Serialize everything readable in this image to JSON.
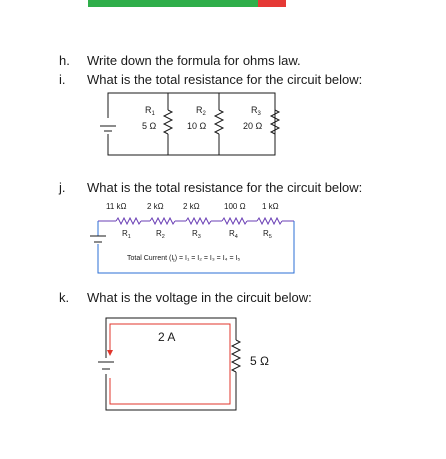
{
  "colors": {
    "bar_green": "#2fae4a",
    "bar_red": "#e53935",
    "frame_blue": "#2b6fd6",
    "frame_red": "#e0352b"
  },
  "questions": {
    "h": {
      "letter": "h.",
      "text": "Write down the formula for ohms law."
    },
    "i": {
      "letter": "i.",
      "text": "What is the total resistance for the circuit below:"
    },
    "j": {
      "letter": "j.",
      "text": "What is the total resistance for the circuit below:"
    },
    "k": {
      "letter": "k.",
      "text": "What is the voltage in the circuit below:"
    }
  },
  "circuit_i": {
    "resistors": [
      {
        "name": "R",
        "sub": "1",
        "value": "5 Ω"
      },
      {
        "name": "R",
        "sub": "2",
        "value": "10 Ω"
      },
      {
        "name": "R",
        "sub": "3",
        "value": "20 Ω"
      }
    ]
  },
  "circuit_j": {
    "resistors": [
      {
        "value": "11 kΩ",
        "name": "R",
        "sub": "1"
      },
      {
        "value": "2 kΩ",
        "name": "R",
        "sub": "2"
      },
      {
        "value": "2 kΩ",
        "name": "R",
        "sub": "3"
      },
      {
        "value": "100 Ω",
        "name": "R",
        "sub": "4"
      },
      {
        "value": "1 kΩ",
        "name": "R",
        "sub": "5"
      }
    ],
    "current_label": "Total Current (I",
    "current_sub": "t",
    "current_tail": ") = I₁ = I₂ = I₃ = I₄ = I₅"
  },
  "circuit_k": {
    "current": "2 A",
    "resistance": "5 Ω"
  }
}
